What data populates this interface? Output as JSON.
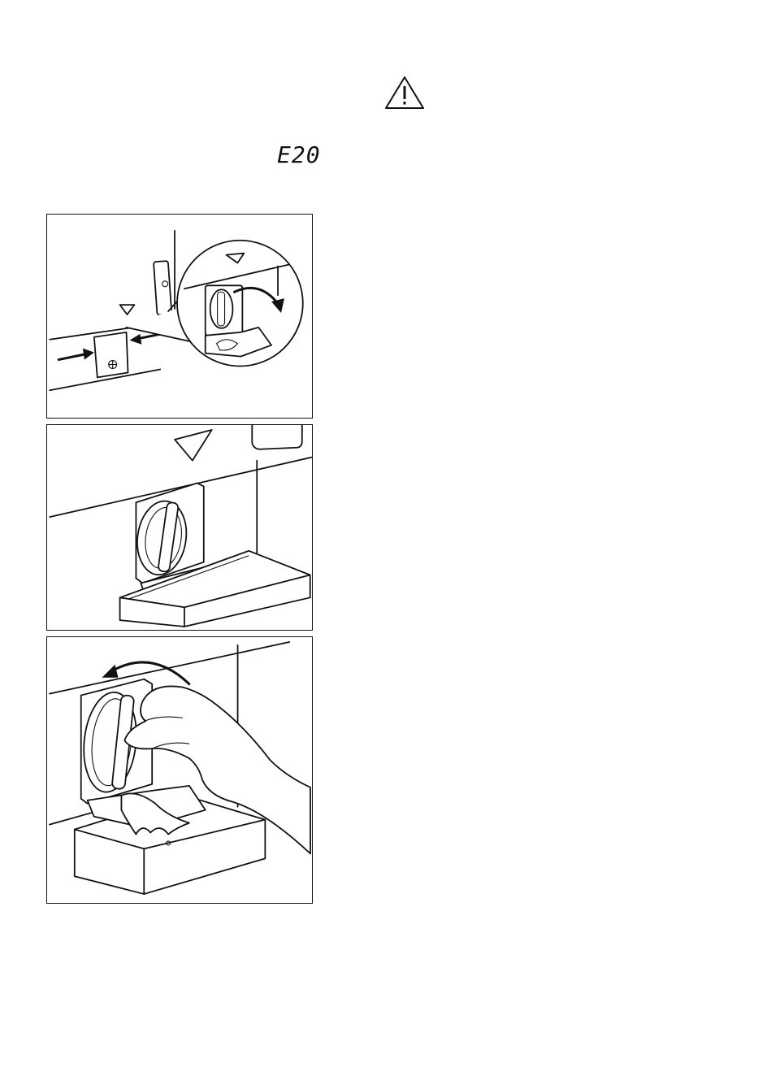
{
  "header": {
    "warning_icon": "warning-triangle-icon",
    "error_code": "E20"
  },
  "figures": [
    {
      "id": "figure-open-filter-cover",
      "icon": "open-filter-cover-illustration"
    },
    {
      "id": "figure-place-drain-tray",
      "icon": "drain-tray-under-filter-illustration"
    },
    {
      "id": "figure-unscrew-filter",
      "icon": "unscrew-pump-filter-illustration"
    }
  ],
  "colors": {
    "line": "#111111",
    "background": "#ffffff"
  }
}
